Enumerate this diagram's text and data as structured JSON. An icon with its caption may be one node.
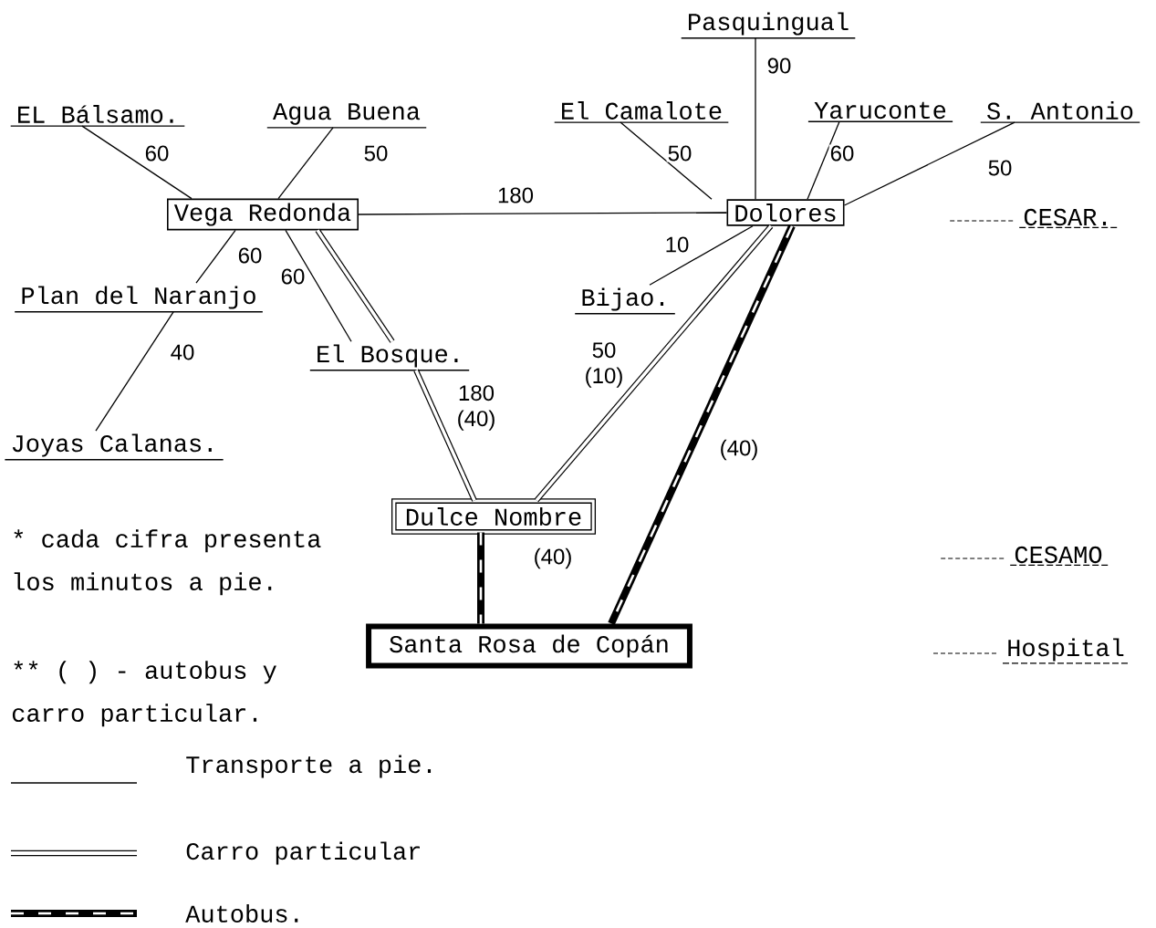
{
  "diagram": {
    "nodes": [
      {
        "text": [
          "EL Bálsamo."
        ]
      },
      {
        "text": [
          "Agua Buena"
        ]
      },
      {
        "text": [
          "Vega Redonda"
        ]
      },
      {
        "text": [
          "Plan del Naranjo"
        ]
      },
      {
        "text": [
          "El Bosque."
        ]
      },
      {
        "text": [
          "Joyas Calanas."
        ]
      },
      {
        "text": [
          "Pasquingual"
        ]
      },
      {
        "text": [
          "El Camalote"
        ]
      },
      {
        "text": [
          "Yaruconte"
        ]
      },
      {
        "text": [
          "S. Antonio"
        ]
      },
      {
        "text": [
          "Dolores"
        ]
      },
      {
        "text": [
          "Bijao."
        ]
      },
      {
        "text": [
          "Dulce Nombre"
        ]
      },
      {
        "text": [
          "Santa Rosa de Copán"
        ]
      }
    ],
    "edges": [
      {
        "from": 0,
        "to": 2,
        "arrow": "none",
        "label": "60"
      },
      {
        "from": 1,
        "to": 2,
        "arrow": "none",
        "label": "50"
      },
      {
        "from": 2,
        "to": 10,
        "arrow": "none",
        "label": "180"
      },
      {
        "from": 2,
        "to": 3,
        "arrow": "none",
        "label": "60"
      },
      {
        "from": 2,
        "to": 4,
        "arrow": "none",
        "label": "60"
      },
      {
        "from": 2,
        "to": 4,
        "arrow": "none",
        "style": "thick"
      },
      {
        "from": 3,
        "to": 5,
        "arrow": "none",
        "label": "40"
      },
      {
        "from": 6,
        "to": 10,
        "arrow": "none",
        "label": "90"
      },
      {
        "from": 7,
        "to": 10,
        "arrow": "none",
        "label": "50"
      },
      {
        "from": 8,
        "to": 10,
        "arrow": "none",
        "label": "60"
      },
      {
        "from": 9,
        "to": 10,
        "arrow": "none",
        "label": "50"
      },
      {
        "from": 10,
        "to": 11,
        "arrow": "none",
        "label": "10"
      },
      {
        "from": 10,
        "to": 12,
        "arrow": "none",
        "label": "50 (10)",
        "style": "thick"
      },
      {
        "from": 4,
        "to": 12,
        "arrow": "none",
        "label": "180 (40)",
        "style": "thick"
      },
      {
        "from": 10,
        "to": 13,
        "arrow": "none",
        "label": "(40)",
        "style": "thick"
      },
      {
        "from": 12,
        "to": 13,
        "arrow": "none",
        "label": "(40)",
        "style": "thick"
      }
    ],
    "labels": [
      "CESAR.",
      "* cada cifra presenta los minutos a pie.",
      "CESAMO",
      "** ( ) - autobus y carro particular.",
      "Hospital"
    ],
    "legend": [
      {
        "text": "Transporte a pie."
      },
      {
        "text": "Carro particular"
      },
      {
        "text": "Autobus."
      }
    ]
  }
}
